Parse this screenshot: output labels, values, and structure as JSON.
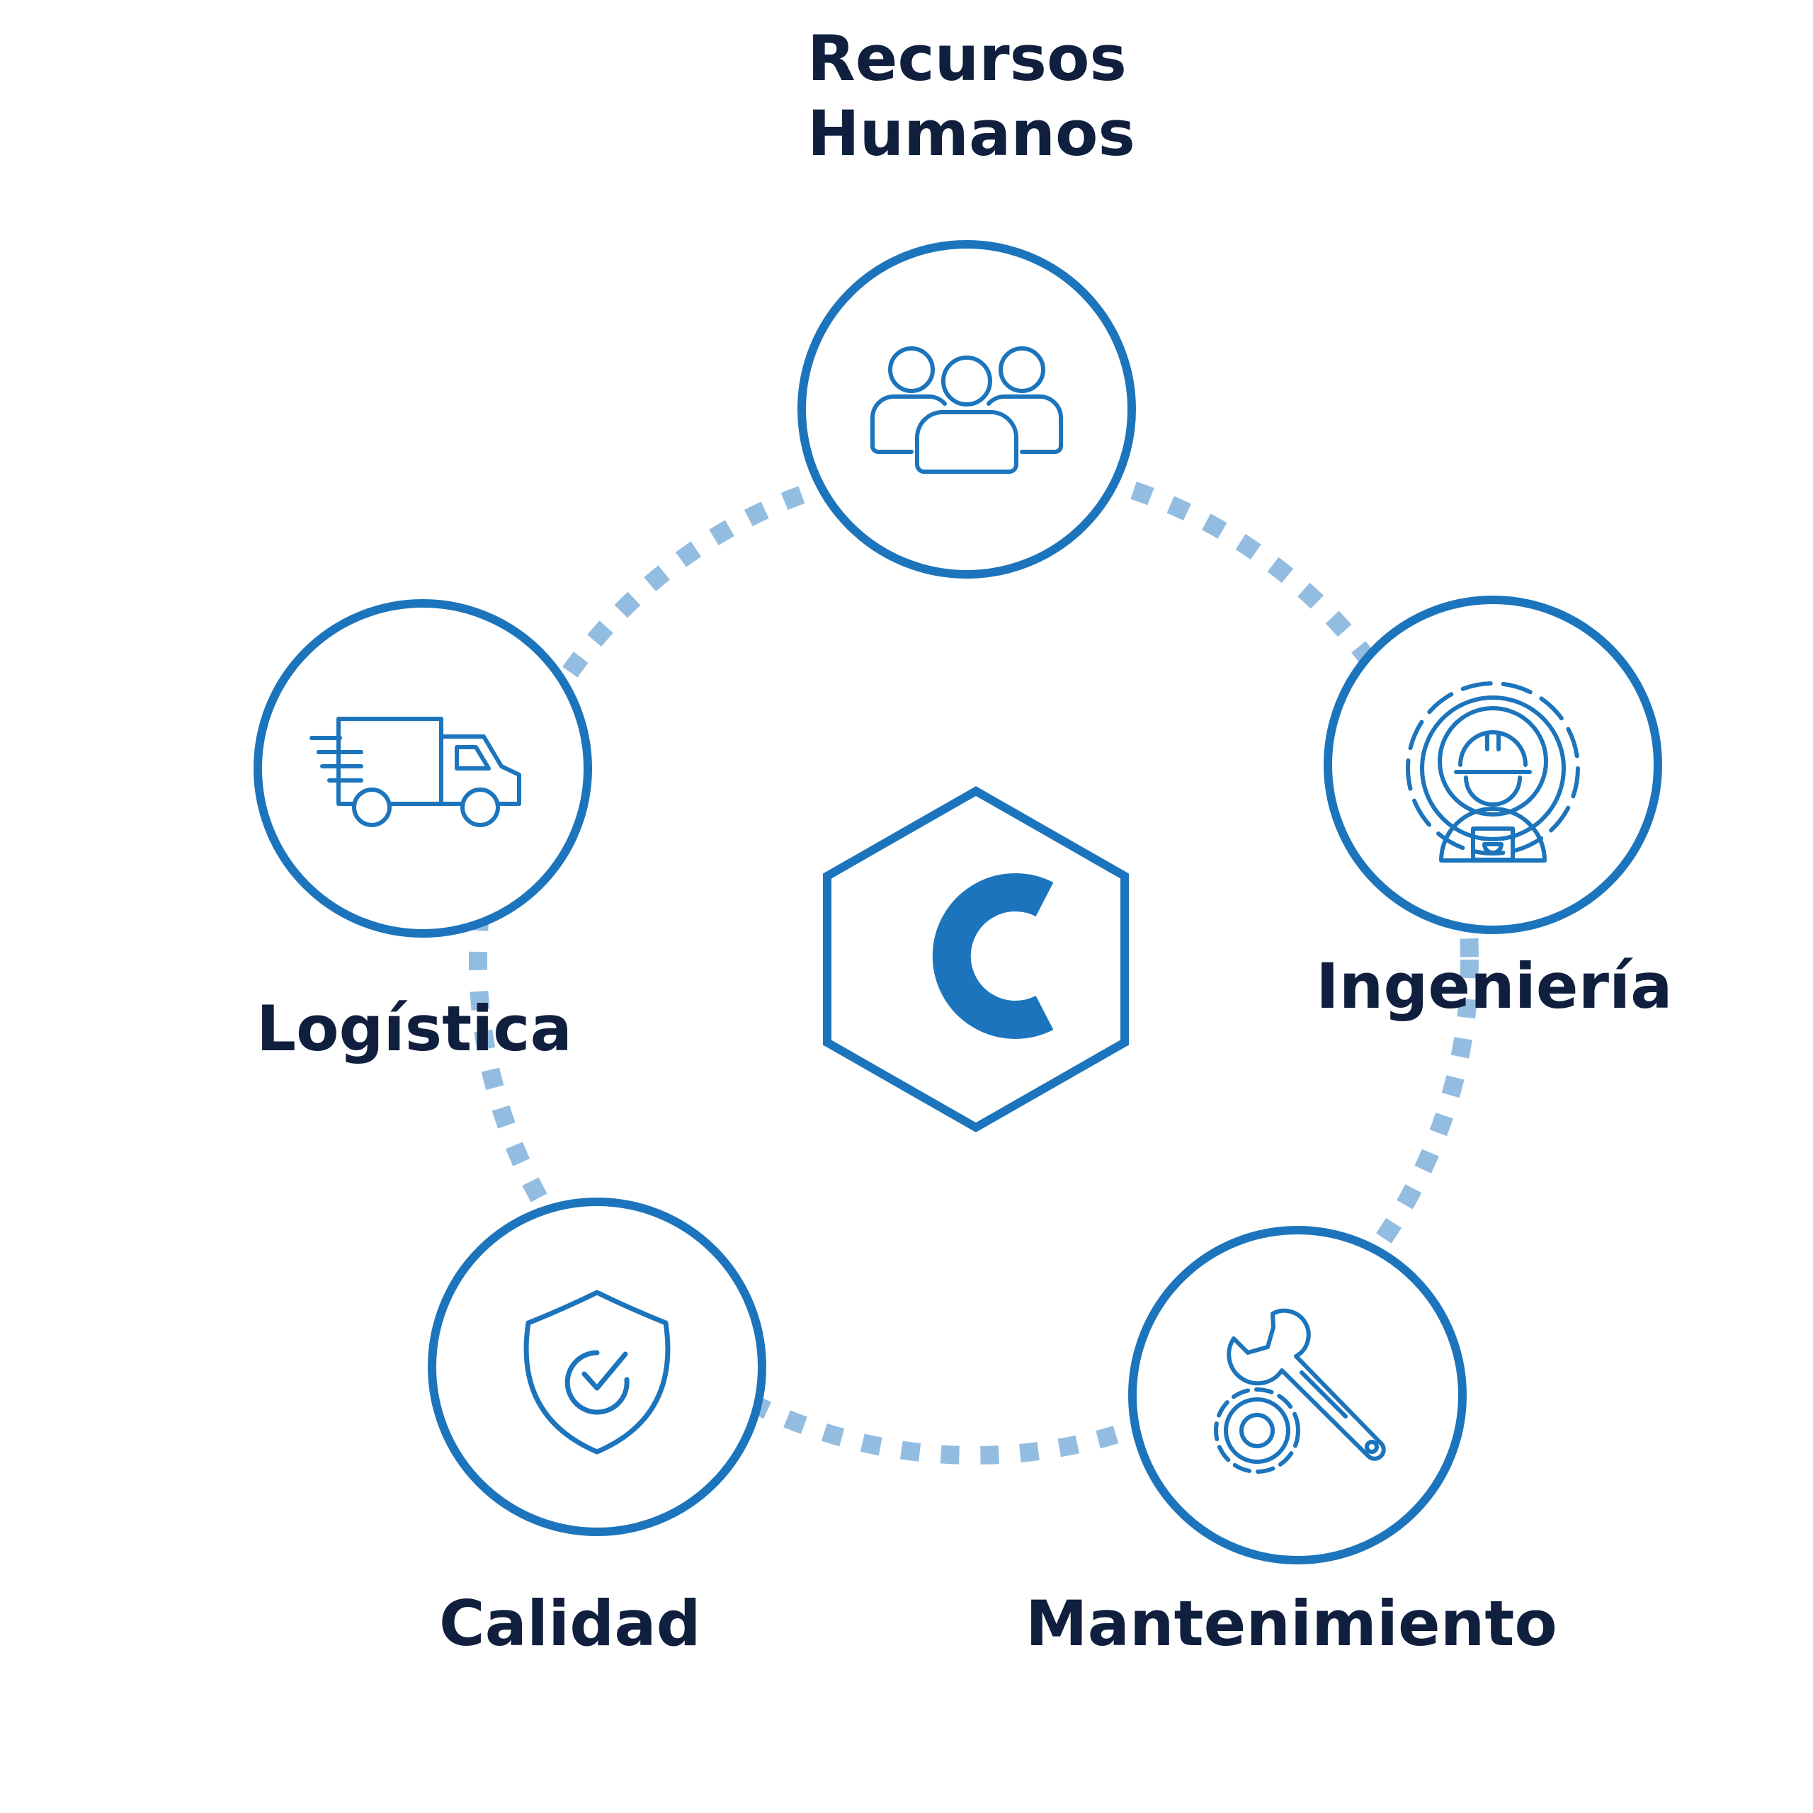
{
  "colors": {
    "primary": "#1c75bc",
    "dotted_ring": "#93bde0",
    "text": "#0f1f3d",
    "background": "#ffffff"
  },
  "center_logo": {
    "letter": "C",
    "icon": "hexagon-c-logo"
  },
  "nodes": [
    {
      "id": "rrhh",
      "label_lines": [
        "Recursos",
        "Humanos"
      ],
      "icon": "team-people-icon"
    },
    {
      "id": "ingenieria",
      "label": "Ingeniería",
      "icon": "engineer-gear-icon"
    },
    {
      "id": "mantenimiento",
      "label": "Mantenimiento",
      "icon": "wrench-gear-icon"
    },
    {
      "id": "calidad",
      "label": "Calidad",
      "icon": "shield-check-icon"
    },
    {
      "id": "logistica",
      "label": "Logística",
      "icon": "delivery-truck-icon"
    }
  ]
}
